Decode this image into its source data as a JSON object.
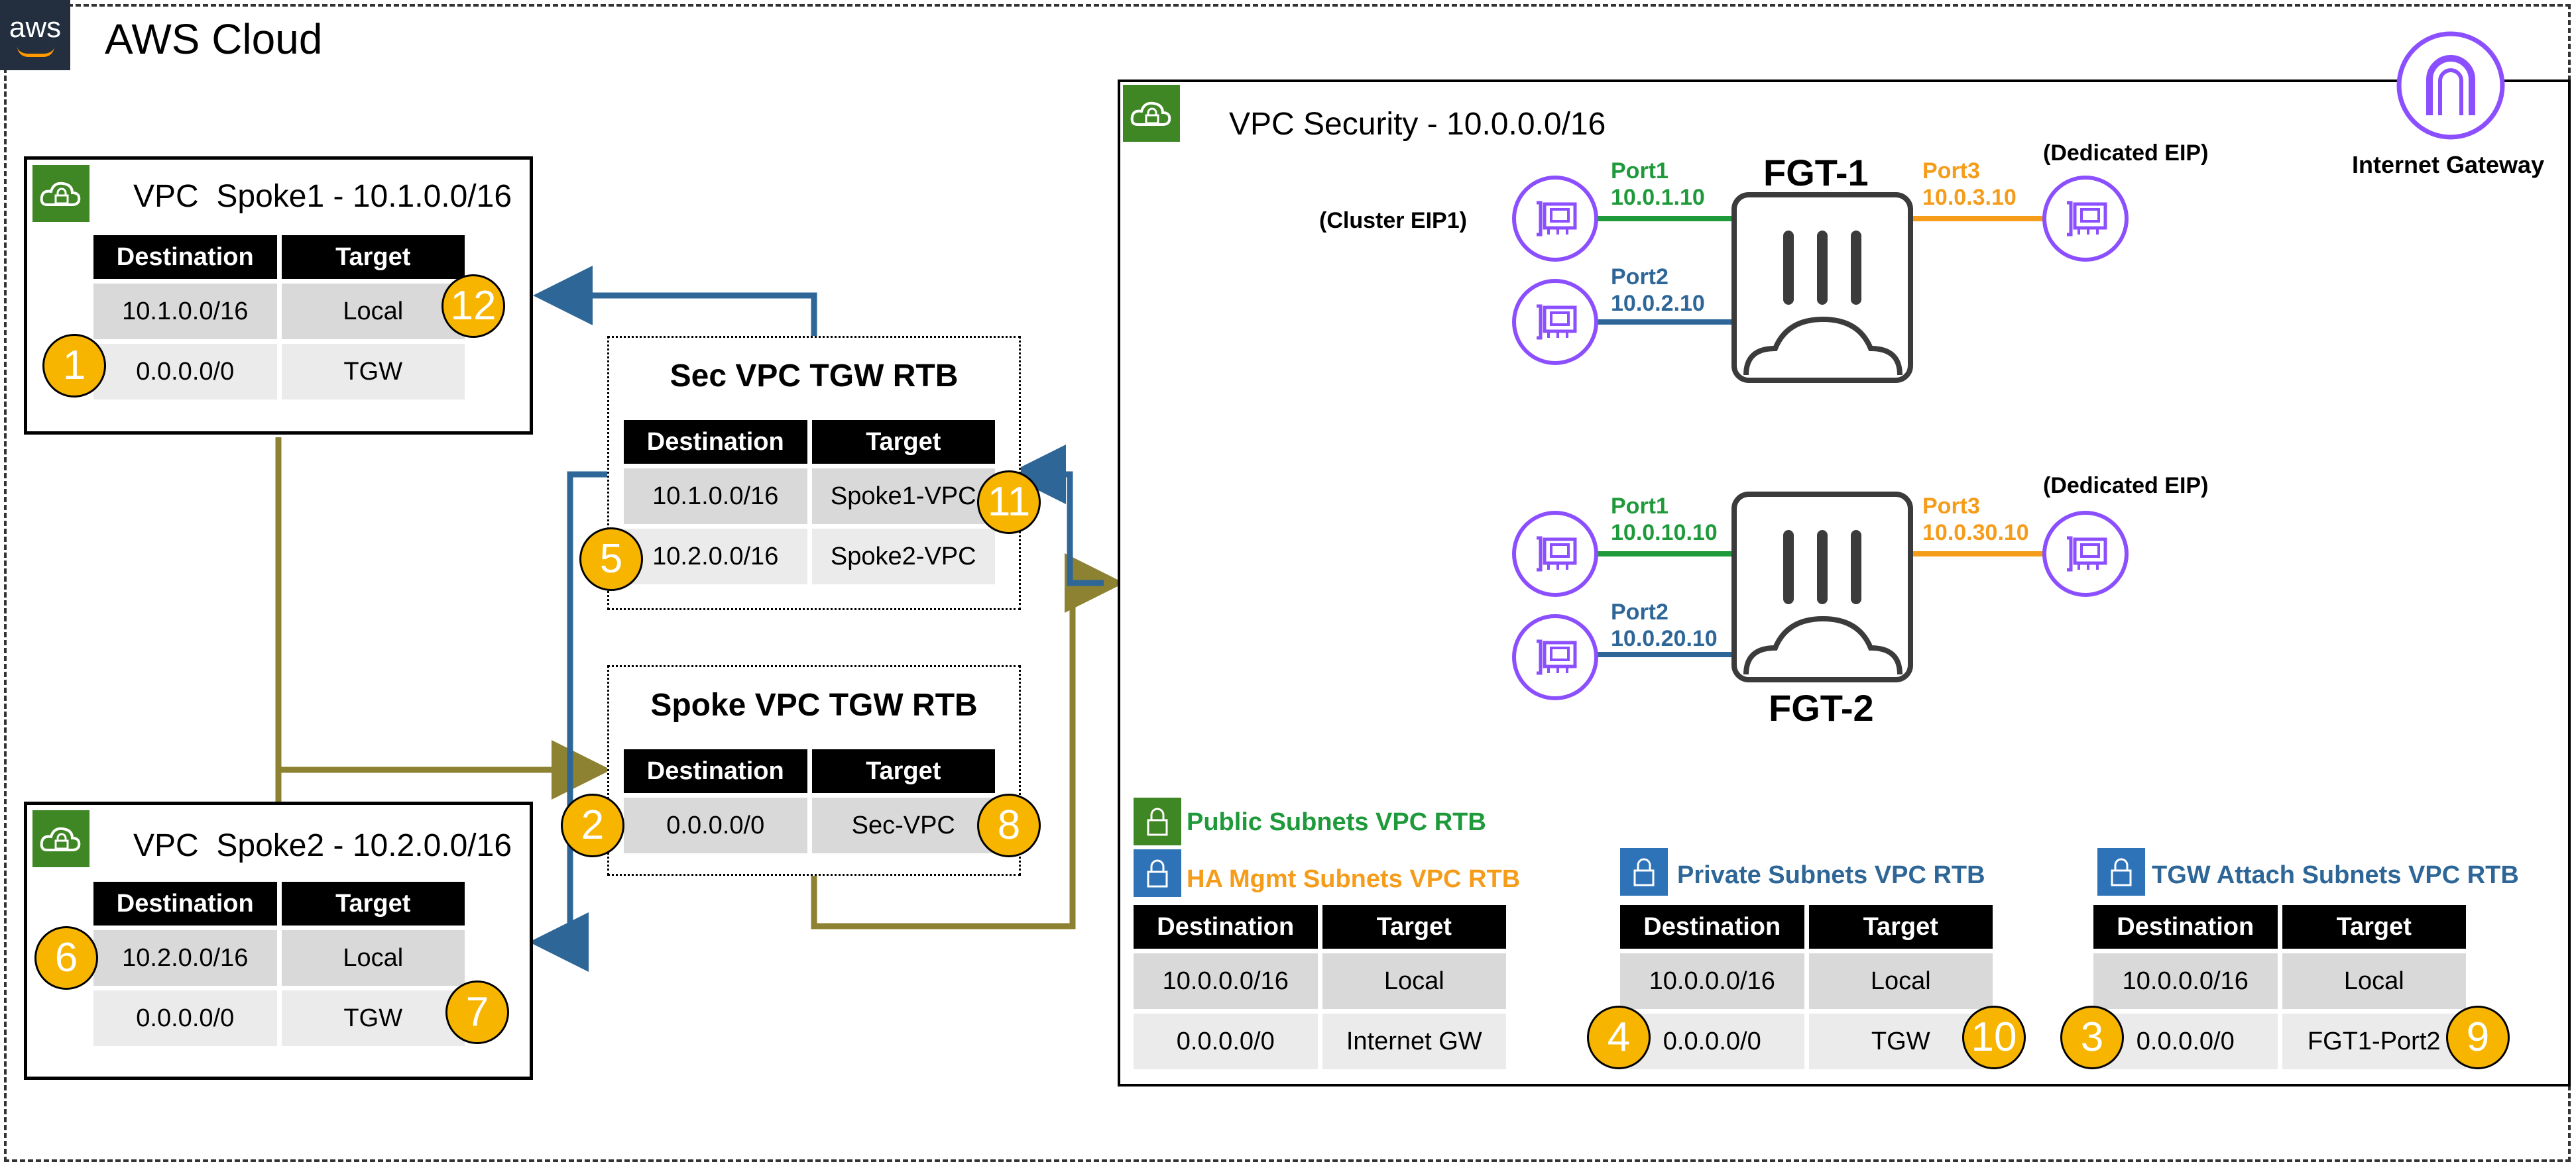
{
  "cloud": {
    "title": "AWS Cloud",
    "logo_text": "aws"
  },
  "spoke1": {
    "title": "VPC  Spoke1 - 10.1.0.0/16",
    "headers": [
      "Destination",
      "Target"
    ],
    "rows": [
      [
        "10.1.0.0/16",
        "Local"
      ],
      [
        "0.0.0.0/0",
        "TGW"
      ]
    ]
  },
  "spoke2": {
    "title": "VPC  Spoke2 - 10.2.0.0/16",
    "headers": [
      "Destination",
      "Target"
    ],
    "rows": [
      [
        "10.2.0.0/16",
        "Local"
      ],
      [
        "0.0.0.0/0",
        "TGW"
      ]
    ]
  },
  "sec_rtb": {
    "title": "Sec VPC TGW RTB",
    "headers": [
      "Destination",
      "Target"
    ],
    "rows": [
      [
        "10.1.0.0/16",
        "Spoke1-VPC"
      ],
      [
        "10.2.0.0/16",
        "Spoke2-VPC"
      ]
    ]
  },
  "spoke_rtb": {
    "title": "Spoke VPC TGW RTB",
    "headers": [
      "Destination",
      "Target"
    ],
    "rows": [
      [
        "0.0.0.0/0",
        "Sec-VPC"
      ]
    ]
  },
  "security": {
    "title": "VPC Security - 10.0.0.0/16",
    "internet_gateway": "Internet Gateway",
    "fgt1": {
      "name": "FGT-1",
      "port1": "Port1",
      "port1_ip": "10.0.1.10",
      "port2": "Port2",
      "port2_ip": "10.0.2.10",
      "port3": "Port3",
      "port3_ip": "10.0.3.10",
      "eip_left": "(Cluster EIP1)",
      "eip_right": "(Dedicated EIP)"
    },
    "fgt2": {
      "name": "FGT-2",
      "port1": "Port1",
      "port1_ip": "10.0.10.10",
      "port2": "Port2",
      "port2_ip": "10.0.20.10",
      "port3": "Port3",
      "port3_ip": "10.0.30.10",
      "eip_right": "(Dedicated EIP)"
    }
  },
  "public_rtb": {
    "title": "Public Subnets VPC RTB",
    "title2": "HA Mgmt Subnets VPC RTB",
    "headers": [
      "Destination",
      "Target"
    ],
    "rows": [
      [
        "10.0.0.0/16",
        "Local"
      ],
      [
        "0.0.0.0/0",
        "Internet GW"
      ]
    ]
  },
  "private_rtb": {
    "title": "Private Subnets VPC RTB",
    "headers": [
      "Destination",
      "Target"
    ],
    "rows": [
      [
        "10.0.0.0/16",
        "Local"
      ],
      [
        "0.0.0.0/0",
        "TGW"
      ]
    ]
  },
  "tgw_attach_rtb": {
    "title": "TGW Attach Subnets VPC RTB",
    "headers": [
      "Destination",
      "Target"
    ],
    "rows": [
      [
        "10.0.0.0/16",
        "Local"
      ],
      [
        "0.0.0.0/0",
        "FGT1-Port2"
      ]
    ]
  },
  "badges": [
    "1",
    "2",
    "3",
    "4",
    "5",
    "6",
    "7",
    "8",
    "9",
    "10",
    "11",
    "12"
  ],
  "colors": {
    "gold_route": "#8c8232",
    "blue_route": "#2e6797",
    "green": "#1f9a3b",
    "orange": "#f59c1a",
    "purple": "#8c4fff",
    "badge": "#f7b500"
  }
}
